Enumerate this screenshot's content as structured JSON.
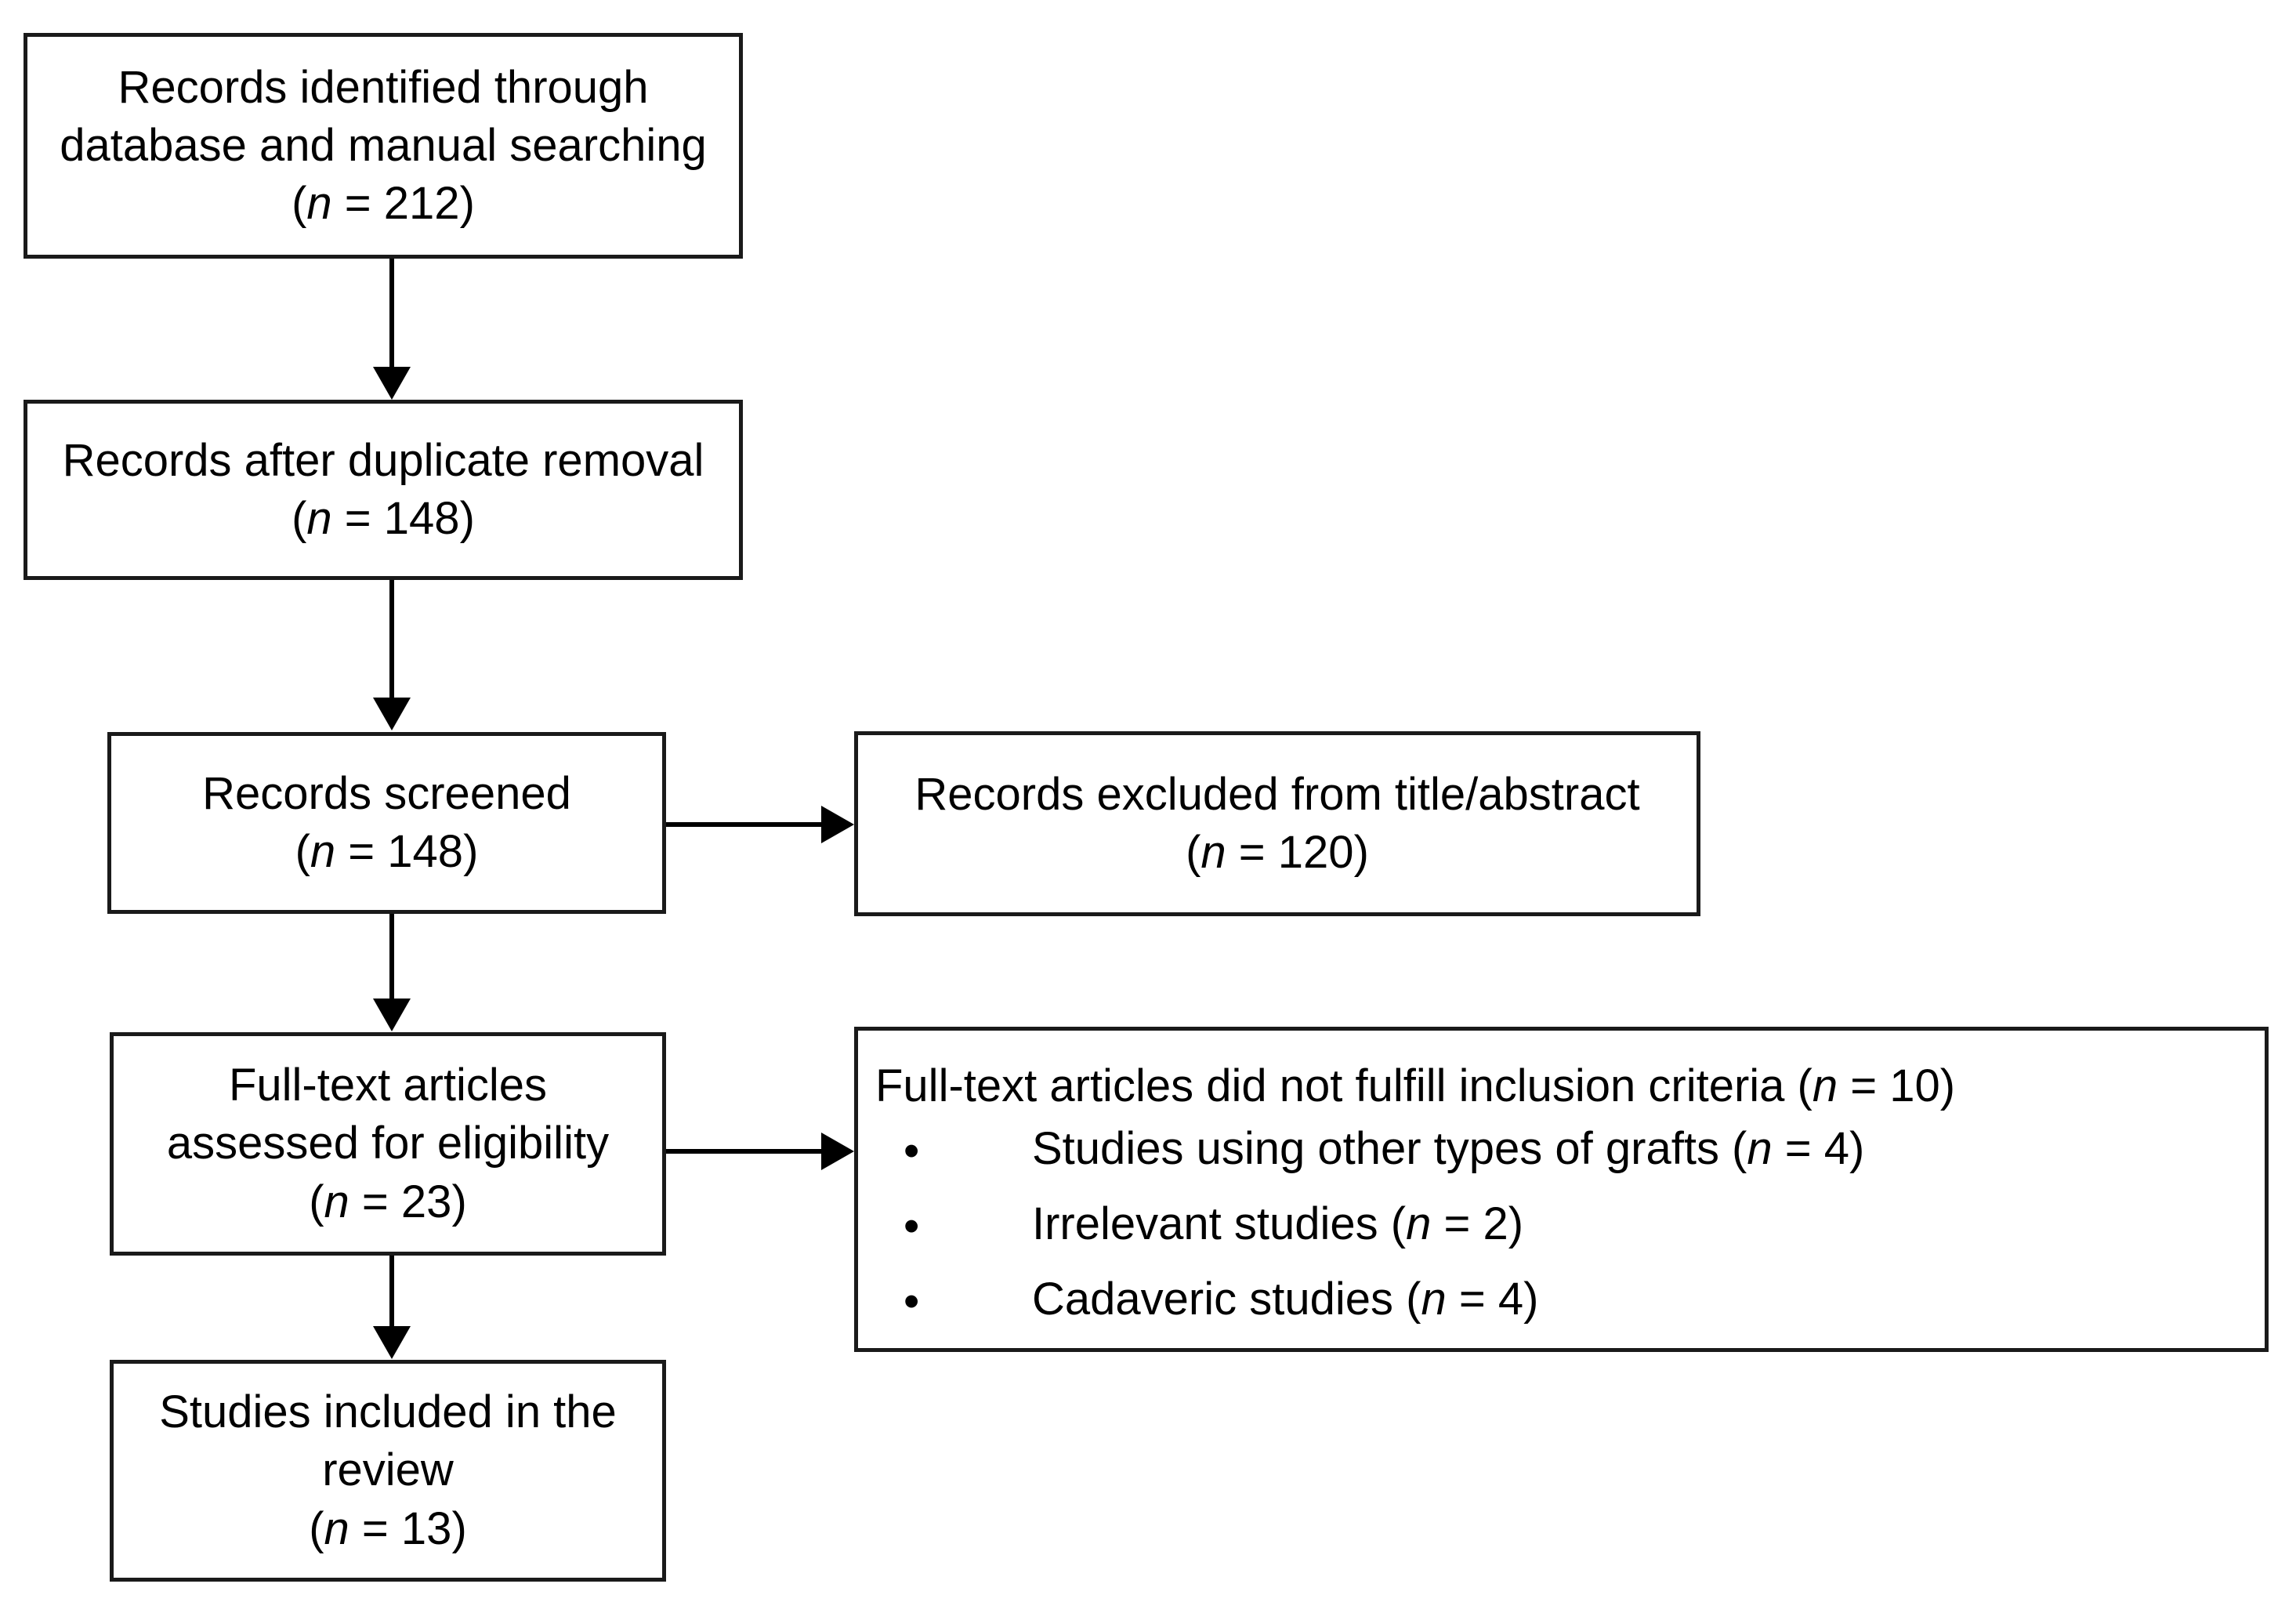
{
  "diagram": {
    "type": "prisma-flow-diagram",
    "nodes": {
      "identified": {
        "line1": "Records identified through",
        "line2": "database and manual searching",
        "count_prefix": "(",
        "count_n": "n",
        "count_eq": " = ",
        "count_value": "212",
        "count_suffix": ")"
      },
      "after_duplicates": {
        "line1": "Records after duplicate removal",
        "count_prefix": "(",
        "count_n": "n",
        "count_eq": " = ",
        "count_value": "148",
        "count_suffix": ")"
      },
      "screened": {
        "line1": "Records screened",
        "count_prefix": "(",
        "count_n": "n",
        "count_eq": " = ",
        "count_value": "148",
        "count_suffix": ")"
      },
      "excluded_title_abstract": {
        "line1": "Records excluded from title/abstract",
        "count_prefix": "(",
        "count_n": "n",
        "count_eq": " = ",
        "count_value": "120",
        "count_suffix": ")"
      },
      "fulltext_assessed": {
        "line1": "Full-text articles",
        "line2": "assessed for eligibility",
        "count_prefix": "(",
        "count_n": "n",
        "count_eq": " = ",
        "count_value": "23",
        "count_suffix": ")"
      },
      "fulltext_excluded": {
        "heading_before": "Full-text articles did not fulfill inclusion criteria (",
        "heading_n": "n",
        "heading_eq": " = ",
        "heading_value": "10",
        "heading_after": ")",
        "items": [
          {
            "bullet": "•",
            "text_before": "Studies using other types of grafts (",
            "n": "n",
            "eq": " = ",
            "value": "4",
            "text_after": ")"
          },
          {
            "bullet": "•",
            "text_before": "Irrelevant studies (",
            "n": "n",
            "eq": " = ",
            "value": "2",
            "text_after": ")"
          },
          {
            "bullet": "•",
            "text_before": "Cadaveric studies (",
            "n": "n",
            "eq": " = ",
            "value": "4",
            "text_after": ")"
          }
        ]
      },
      "included": {
        "line1": "Studies included in the",
        "line2": "review",
        "count_prefix": "(",
        "count_n": "n",
        "count_eq": " = ",
        "count_value": "13",
        "count_suffix": ")"
      }
    },
    "colors": {
      "border": "#1a1a1a",
      "connector": "#000000",
      "background": "#ffffff",
      "text": "#000000"
    }
  }
}
